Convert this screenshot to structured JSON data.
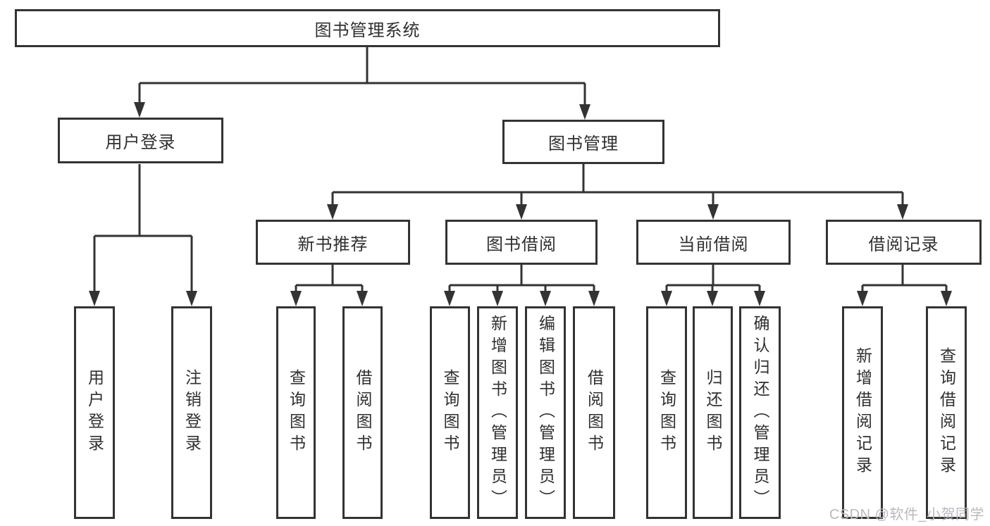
{
  "diagram": {
    "nodes": {
      "root": "图书管理系统",
      "userLogin": "用户登录",
      "bookManagement": "图书管理",
      "newBookRecommend": "新书推荐",
      "bookBorrowing": "图书借阅",
      "currentBorrowing": "当前借阅",
      "borrowingRecords": "借阅记录",
      "leafUserLogin": "用户登录",
      "leafLogout": "注销登录",
      "leafQueryBooks1": "查询图书",
      "leafBorrowBooks1": "借阅图书",
      "leafQueryBooks2": "查询图书",
      "leafAddBooks": "新增图书（管理员）",
      "leafEditBooks": "编辑图书（管理员）",
      "leafBorrowBooks2": "借阅图书",
      "leafQueryBooks3": "查询图书",
      "leafReturnBooks": "归还图书",
      "leafConfirmReturn": "确认归还（管理员）",
      "leafAddBorrowRecord": "新增借阅记录",
      "leafQueryBorrowRecord": "查询借阅记录"
    },
    "colors": {
      "line": "#333333",
      "text": "#2f2f2f",
      "watermark": "#b6bac0",
      "background": "#ffffff"
    }
  },
  "watermark": "CSDN @软件_小贺同学"
}
